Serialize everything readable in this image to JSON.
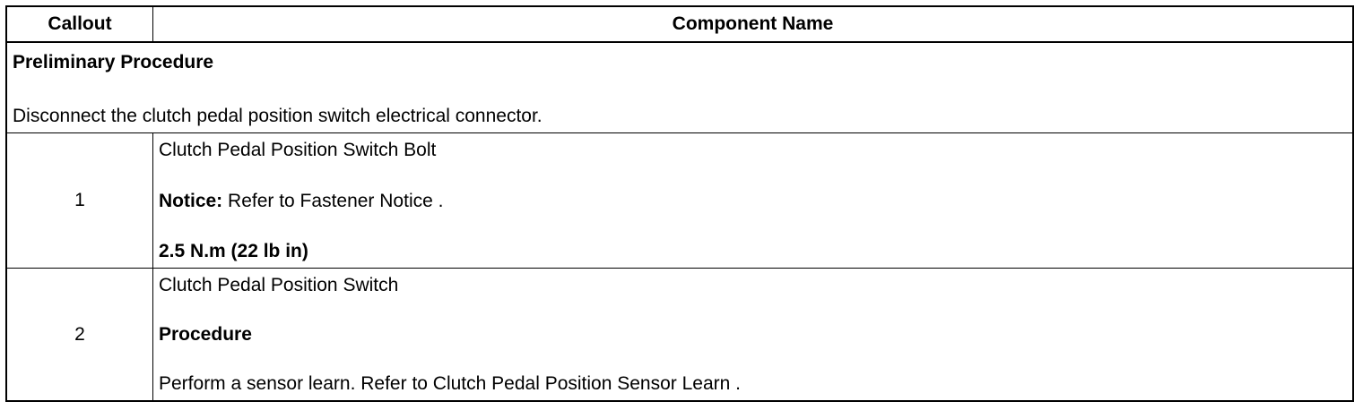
{
  "header": {
    "callout_label": "Callout",
    "component_label": "Component Name"
  },
  "preliminary": {
    "title": "Preliminary Procedure",
    "text": "Disconnect the clutch pedal position switch electrical connector."
  },
  "items": [
    {
      "callout": "1",
      "name": "Clutch Pedal Position Switch Bolt",
      "notice_label": "Notice:",
      "notice_text": " Refer to Fastener Notice .",
      "torque": "2.5 N.m (22 lb in)"
    },
    {
      "callout": "2",
      "name": "Clutch Pedal Position Switch",
      "procedure_label": "Procedure",
      "procedure_text": "Perform a sensor learn. Refer to Clutch Pedal Position Sensor Learn ."
    }
  ]
}
